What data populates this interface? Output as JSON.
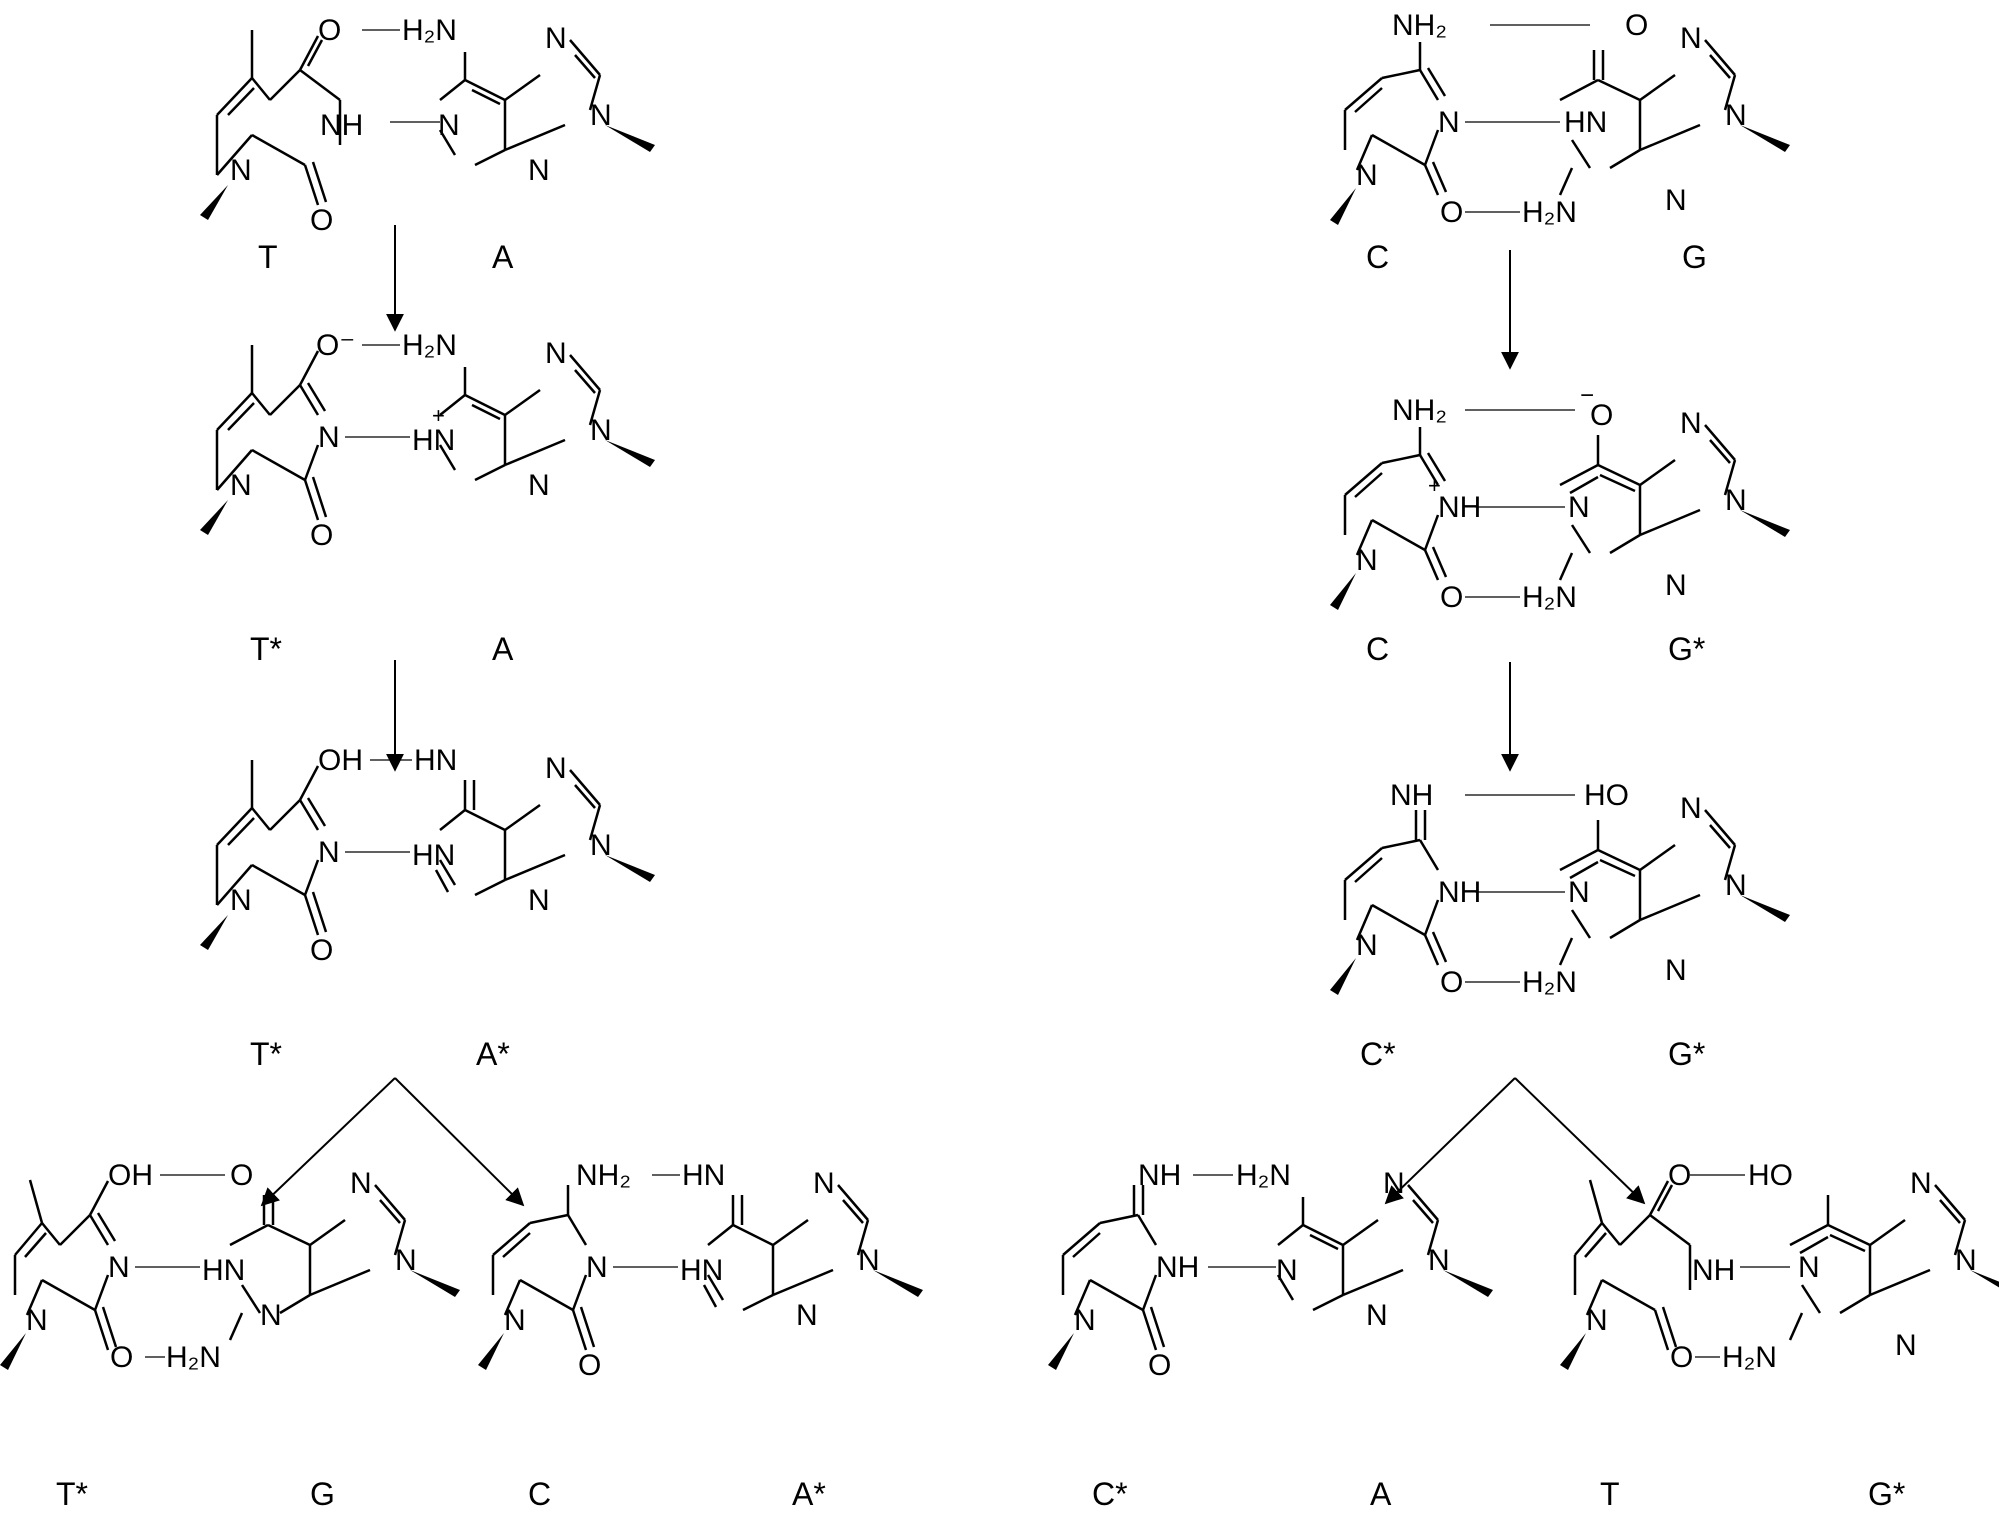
{
  "panels": [
    {
      "base": "T",
      "partner": "A",
      "step": 1
    },
    {
      "base": "T*",
      "partner": "A",
      "step": 2
    },
    {
      "base": "T*",
      "partner": "A*",
      "step": 3
    },
    {
      "base": "T*",
      "partner": "G",
      "step": 4
    },
    {
      "base": "C",
      "partner": "A*",
      "step": 4
    },
    {
      "base": "C",
      "partner": "G",
      "step": 1
    },
    {
      "base": "C",
      "partner": "G*",
      "step": 2
    },
    {
      "base": "C*",
      "partner": "G*",
      "step": 3
    },
    {
      "base": "C*",
      "partner": "A",
      "step": 4
    },
    {
      "base": "T",
      "partner": "G*",
      "step": 4
    }
  ],
  "atoms": {
    "o": "O",
    "n": "N",
    "nh": "NH",
    "hn": "HN",
    "h2n": "H₂N",
    "nh2": "NH₂",
    "oh": "OH",
    "ho": "HO",
    "ominus": "O⁻",
    "plus": "+",
    "minus": "−"
  }
}
